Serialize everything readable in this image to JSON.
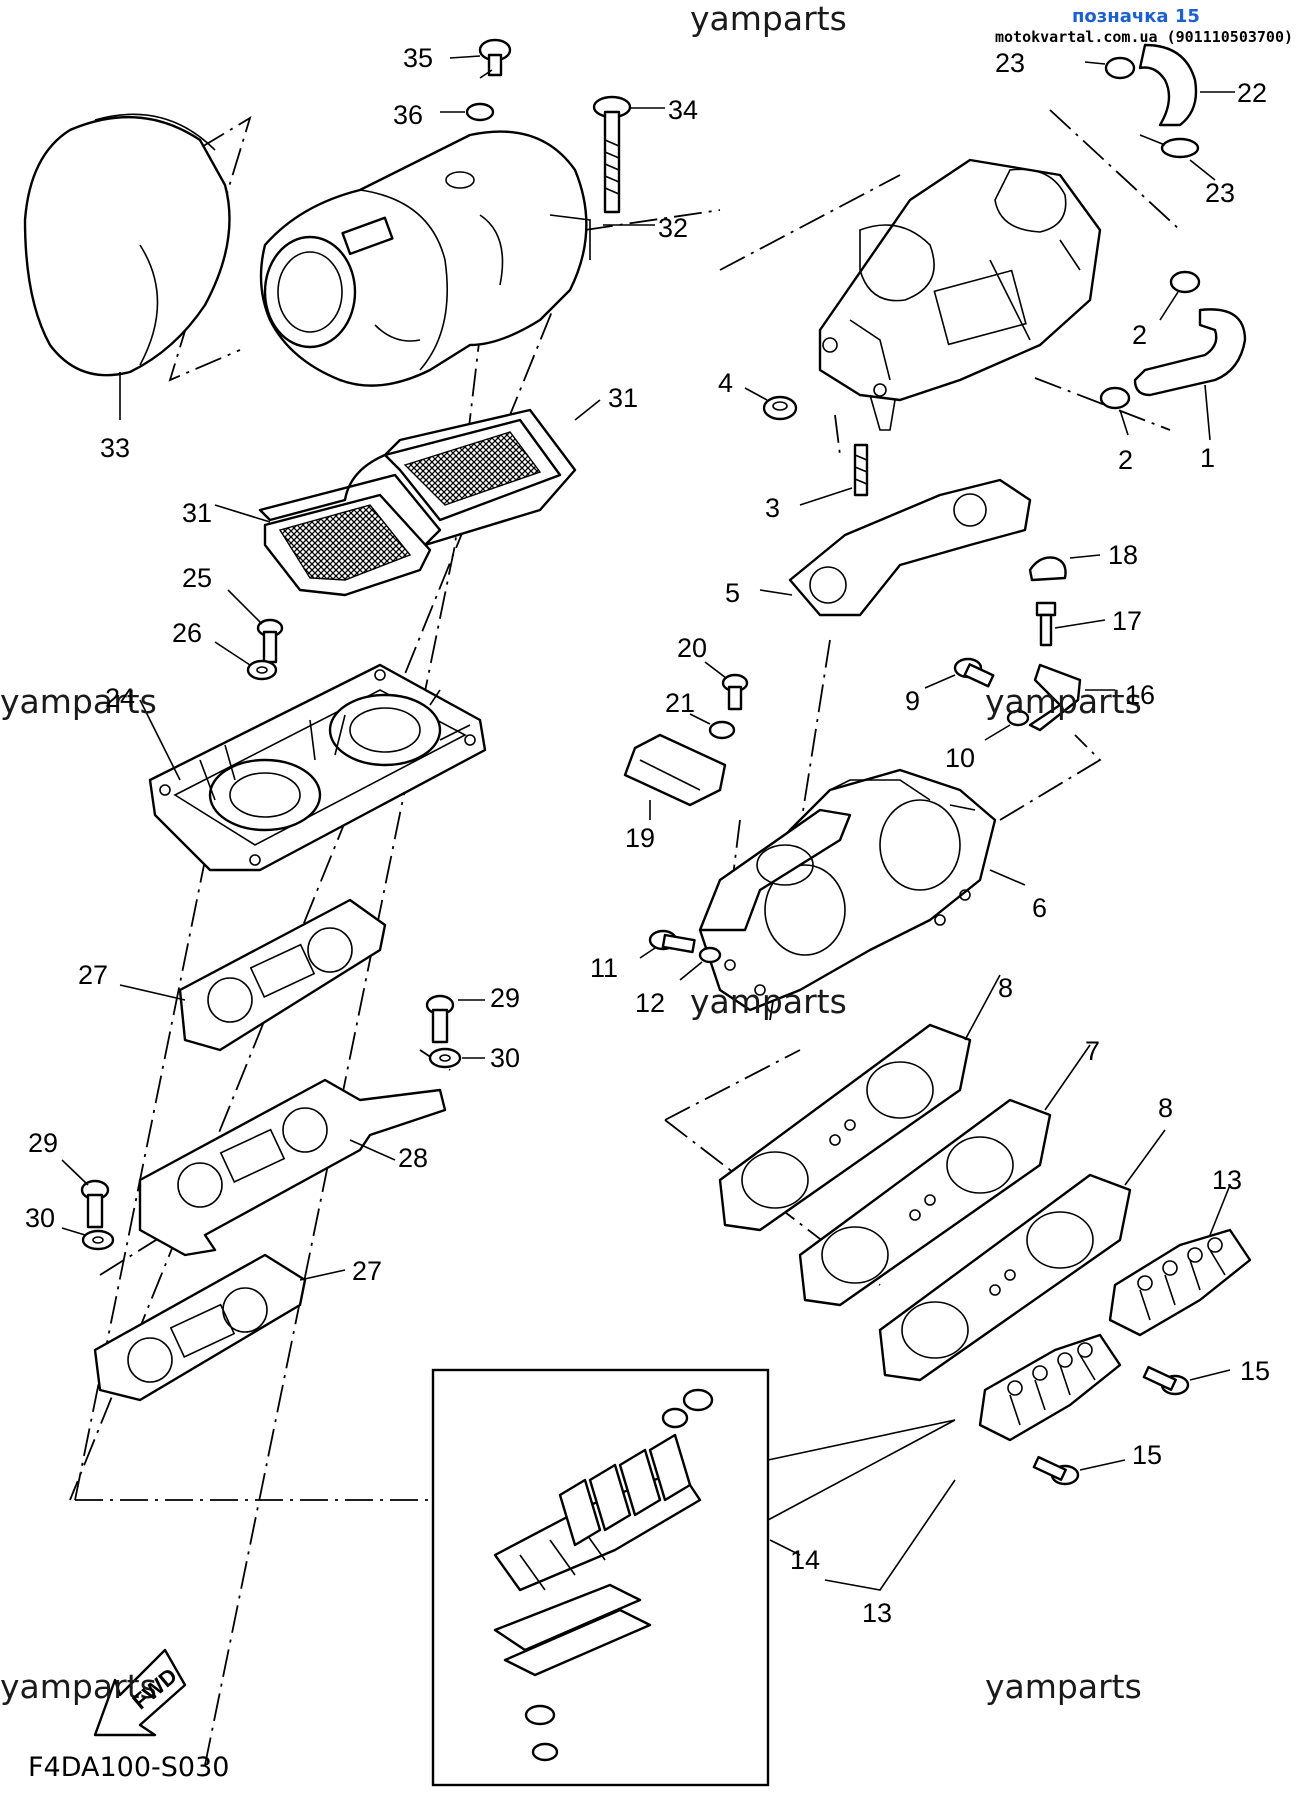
{
  "header": {
    "watermark_top": "yamparts",
    "badge": "позначка 15",
    "site": "motokvartal.com.ua (901110503700)"
  },
  "watermarks": [
    "yamparts",
    "yamparts",
    "yamparts",
    "yamparts",
    "yamparts"
  ],
  "diagram_code": "F4DA100-S030",
  "fwd_label": "FWD",
  "callouts": {
    "c1": "1",
    "c2a": "2",
    "c2b": "2",
    "c3": "3",
    "c4": "4",
    "c5": "5",
    "c6": "6",
    "c7": "7",
    "c8a": "8",
    "c8b": "8",
    "c9": "9",
    "c10": "10",
    "c11": "11",
    "c12": "12",
    "c13a": "13",
    "c13b": "13",
    "c14": "14",
    "c15a": "15",
    "c15b": "15",
    "c16": "16",
    "c17": "17",
    "c18": "18",
    "c19": "19",
    "c20": "20",
    "c21": "21",
    "c22": "22",
    "c23a": "23",
    "c23b": "23",
    "c24": "24",
    "c25": "25",
    "c26": "26",
    "c27a": "27",
    "c27b": "27",
    "c28": "28",
    "c29a": "29",
    "c29b": "29",
    "c30a": "30",
    "c30b": "30",
    "c31a": "31",
    "c31b": "31",
    "c32": "32",
    "c33": "33",
    "c34": "34",
    "c35": "35",
    "c36": "36"
  }
}
